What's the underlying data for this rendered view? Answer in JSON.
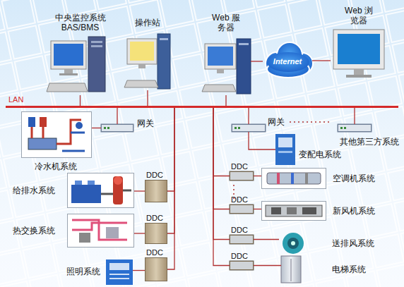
{
  "diagram": {
    "nodes": [
      {
        "text": [
          "LAN"
        ]
      },
      {
        "text": [
          "中央监控系统 BAS/BMS"
        ]
      },
      {
        "text": [
          "操作站"
        ]
      },
      {
        "text": [
          "Web 服务器"
        ]
      },
      {
        "text": [
          "Internet"
        ]
      },
      {
        "text": [
          "Web 浏览器"
        ]
      },
      {
        "text": [
          "网关"
        ]
      },
      {
        "text": [
          "网关"
        ]
      },
      {
        "text": [
          "其他第三方系统"
        ]
      },
      {
        "text": [
          "冷水机系统"
        ]
      },
      {
        "text": [
          "变配电系统"
        ]
      },
      {
        "text": [
          "DDC"
        ]
      },
      {
        "text": [
          "给排水系统"
        ]
      },
      {
        "text": [
          "DDC"
        ]
      },
      {
        "text": [
          "热交换系统"
        ]
      },
      {
        "text": [
          "DDC"
        ]
      },
      {
        "text": [
          "照明系统"
        ]
      },
      {
        "text": [
          "DDC"
        ]
      },
      {
        "text": [
          "空调机系统"
        ]
      },
      {
        "text": [
          "DDC"
        ]
      },
      {
        "text": [
          "新风机系统"
        ]
      },
      {
        "text": [
          "DDC"
        ]
      },
      {
        "text": [
          "送排风系统"
        ]
      },
      {
        "text": [
          "DDC"
        ]
      },
      {
        "text": [
          "电梯系统"
        ]
      }
    ],
    "edges": [
      {
        "from": 1,
        "to": 0,
        "arrow": "none"
      },
      {
        "from": 2,
        "to": 0,
        "arrow": "none"
      },
      {
        "from": 3,
        "to": 0,
        "arrow": "none"
      },
      {
        "from": 3,
        "to": 4,
        "arrow": "none"
      },
      {
        "from": 4,
        "to": 5,
        "arrow": "none"
      },
      {
        "from": 0,
        "to": 6,
        "arrow": "none"
      },
      {
        "from": 0,
        "to": 7,
        "arrow": "none"
      },
      {
        "from": 0,
        "to": 8,
        "arrow": "none"
      },
      {
        "from": 6,
        "to": 9,
        "arrow": "none"
      },
      {
        "from": 7,
        "to": 10,
        "arrow": "none"
      },
      {
        "from": 0,
        "to": 11,
        "arrow": "none"
      },
      {
        "from": 11,
        "to": 12,
        "arrow": "none"
      },
      {
        "from": 0,
        "to": 13,
        "arrow": "none"
      },
      {
        "from": 13,
        "to": 14,
        "arrow": "none"
      },
      {
        "from": 0,
        "to": 15,
        "arrow": "none"
      },
      {
        "from": 15,
        "to": 16,
        "arrow": "none"
      },
      {
        "from": 0,
        "to": 17,
        "arrow": "none"
      },
      {
        "from": 17,
        "to": 18,
        "arrow": "none"
      },
      {
        "from": 0,
        "to": 19,
        "arrow": "none"
      },
      {
        "from": 19,
        "to": 20,
        "arrow": "none"
      },
      {
        "from": 0,
        "to": 21,
        "arrow": "none"
      },
      {
        "from": 21,
        "to": 22,
        "arrow": "none"
      },
      {
        "from": 0,
        "to": 23,
        "arrow": "none"
      },
      {
        "from": 23,
        "to": 24,
        "arrow": "none"
      }
    ]
  }
}
